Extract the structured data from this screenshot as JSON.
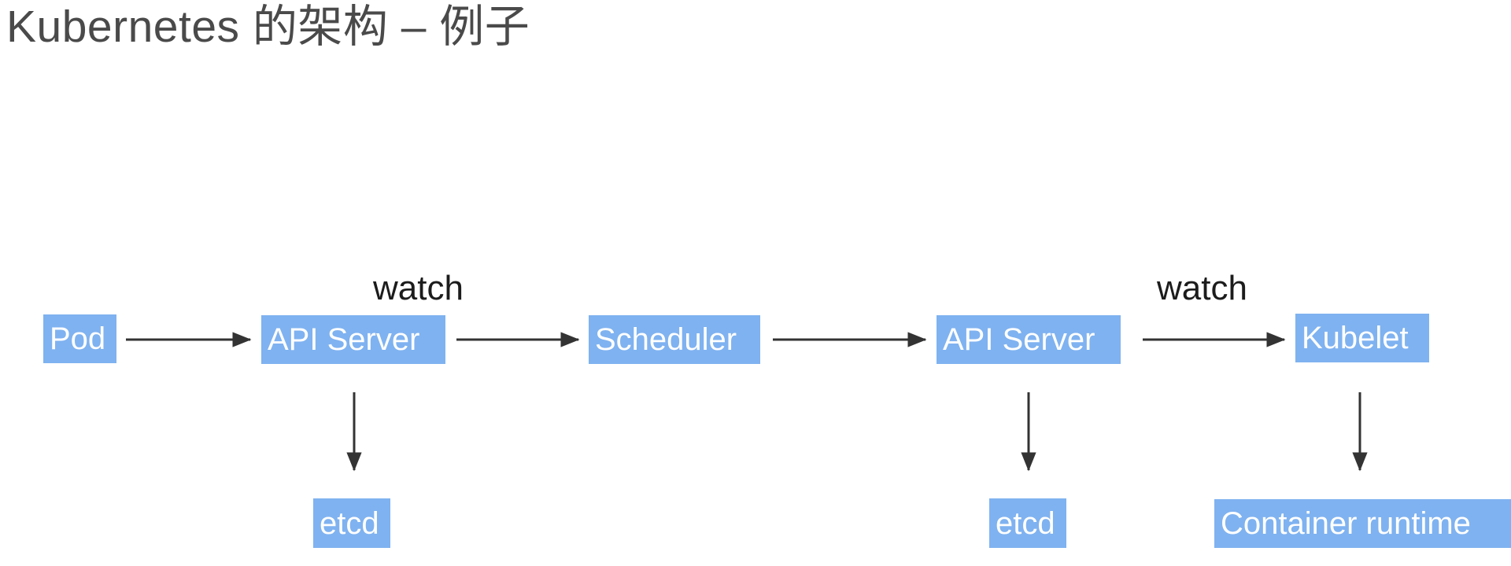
{
  "slide": {
    "title": "Kubernetes 的架构 – 例子",
    "background_color": "#ffffff",
    "title_color": "#4a4a4a"
  },
  "diagram": {
    "node_fill_color": "#7fb2f0",
    "node_text_color": "#ffffff",
    "arrow_color": "#333333",
    "nodes": [
      {
        "id": "pod",
        "label": "Pod",
        "row": "top"
      },
      {
        "id": "api-server-1",
        "label": "API Server",
        "row": "top"
      },
      {
        "id": "scheduler",
        "label": "Scheduler",
        "row": "top"
      },
      {
        "id": "api-server-2",
        "label": "API Server",
        "row": "top"
      },
      {
        "id": "kubelet",
        "label": "Kubelet",
        "row": "top"
      },
      {
        "id": "etcd-1",
        "label": "etcd",
        "row": "bottom"
      },
      {
        "id": "etcd-2",
        "label": "etcd",
        "row": "bottom"
      },
      {
        "id": "container-runtime",
        "label": "Container runtime",
        "row": "bottom"
      }
    ],
    "edges": [
      {
        "from": "pod",
        "to": "api-server-1",
        "label": "",
        "direction": "horizontal"
      },
      {
        "from": "api-server-1",
        "to": "scheduler",
        "label": "watch",
        "direction": "horizontal"
      },
      {
        "from": "scheduler",
        "to": "api-server-2",
        "label": "",
        "direction": "horizontal"
      },
      {
        "from": "api-server-2",
        "to": "kubelet",
        "label": "watch",
        "direction": "horizontal"
      },
      {
        "from": "api-server-1",
        "to": "etcd-1",
        "label": "",
        "direction": "vertical"
      },
      {
        "from": "api-server-2",
        "to": "etcd-2",
        "label": "",
        "direction": "vertical"
      },
      {
        "from": "kubelet",
        "to": "container-runtime",
        "label": "",
        "direction": "vertical"
      }
    ],
    "edge_labels": {
      "watch_1": "watch",
      "watch_2": "watch"
    }
  }
}
